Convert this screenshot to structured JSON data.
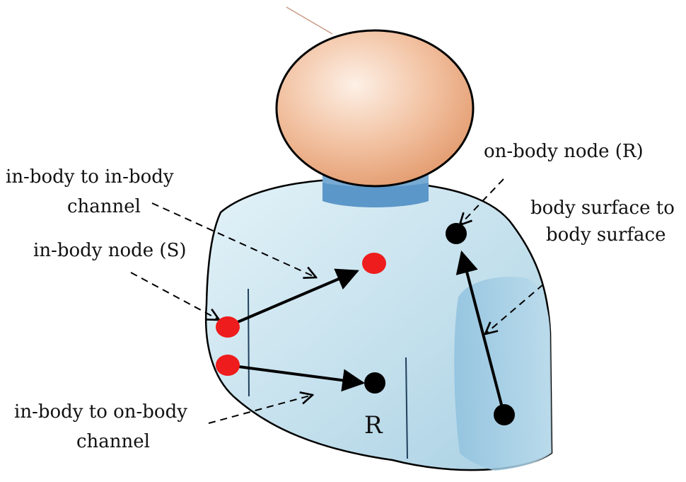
{
  "labels": {
    "in_body_to_in_body_line1": "in-body to in-body",
    "in_body_to_in_body_line2": "channel",
    "in_body_node": "in-body node (S)",
    "on_body_node": "on-body node (R)",
    "surface_line1": "body surface to",
    "surface_line2": "body surface",
    "in_body_to_on_body_line1": "in-body to on-body",
    "in_body_to_on_body_line2": "channel",
    "receiver": "R"
  },
  "colors": {
    "head": "#f0b896",
    "torso": "#c9e4ef",
    "neck": "#5b97c8",
    "in_body_node": "#ee1c1c",
    "on_body_node": "#000000"
  }
}
